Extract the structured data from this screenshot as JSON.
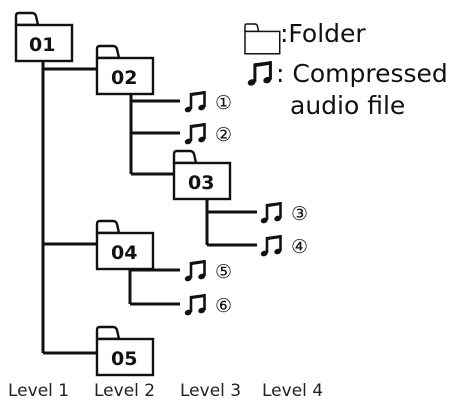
{
  "legend": {
    "folder_label": ":Folder",
    "file_label_line1": ": Compressed",
    "file_label_line2": "audio file",
    "folder_icon": "folder-icon",
    "file_icon": "music-note-icon"
  },
  "folders": [
    {
      "id": "01",
      "level": 1
    },
    {
      "id": "02",
      "level": 2
    },
    {
      "id": "03",
      "level": 3
    },
    {
      "id": "04",
      "level": 2
    },
    {
      "id": "05",
      "level": 2
    }
  ],
  "files": [
    {
      "num": "①",
      "parent": "02"
    },
    {
      "num": "②",
      "parent": "02"
    },
    {
      "num": "③",
      "parent": "03"
    },
    {
      "num": "④",
      "parent": "03"
    },
    {
      "num": "⑤",
      "parent": "04"
    },
    {
      "num": "⑥",
      "parent": "04"
    }
  ],
  "levels": [
    "Level 1",
    "Level 2",
    "Level 3",
    "Level 4"
  ],
  "colors": {
    "line": "#111111",
    "background": "#ffffff"
  }
}
